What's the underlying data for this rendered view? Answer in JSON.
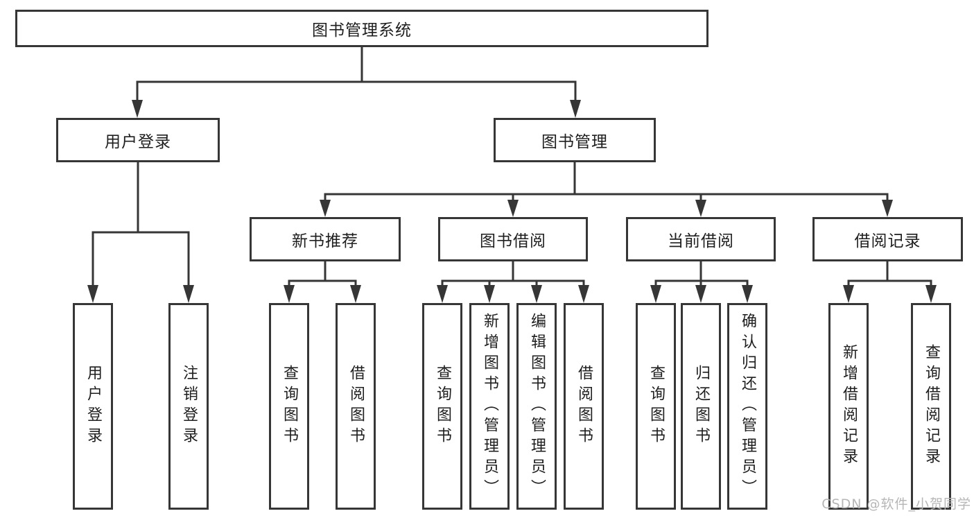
{
  "colors": {
    "line": "#363636",
    "box_border": "#363636",
    "text": "#1e1e1e",
    "watermark": "#b6b6b6",
    "background": "#ffffff"
  },
  "diagram": {
    "title": "图书管理系统",
    "level2": {
      "login": {
        "label": "用户登录",
        "children": [
          "用户登录",
          "注销登录"
        ]
      },
      "manage": {
        "label": "图书管理"
      }
    },
    "groups": [
      {
        "label": "新书推荐",
        "children": [
          "查询图书",
          "借阅图书"
        ]
      },
      {
        "label": "图书借阅",
        "children": [
          "查询图书",
          "新增图书（管理员）",
          "编辑图书（管理员）",
          "借阅图书"
        ]
      },
      {
        "label": "当前借阅",
        "children": [
          "查询图书",
          "归还图书",
          "确认归还（管理员）"
        ]
      },
      {
        "label": "借阅记录",
        "children": [
          "新增借阅记录",
          "查询借阅记录"
        ]
      }
    ]
  },
  "watermark": "CSDN @软件_小贺同学"
}
